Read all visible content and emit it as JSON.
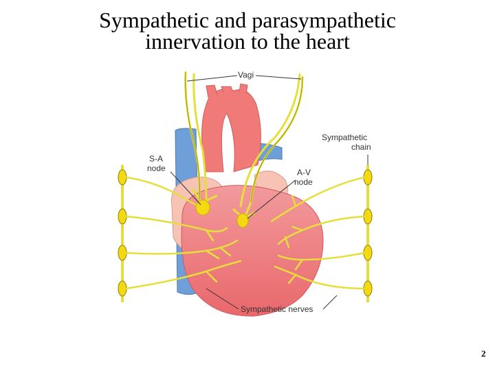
{
  "slide": {
    "title_line1": "Sympathetic and parasympathetic",
    "title_line2": "innervation to the  heart",
    "page_number": "2"
  },
  "diagram": {
    "labels": {
      "vagi": "Vagi",
      "sympathetic_chain_line1": "Sympathetic",
      "sympathetic_chain_line2": "chain",
      "sa_node_line1": "S-A",
      "sa_node_line2": "node",
      "av_node_line1": "A-V",
      "av_node_line2": "node",
      "sympathetic_nerves": "Sympathetic nerves"
    },
    "colors": {
      "nerve": "#e6de3a",
      "nerve_outline": "#5a5a00",
      "heart_main": "#ee7d80",
      "atrium": "#f6c3b4",
      "aorta": "#f07a78",
      "vein": "#6f9fd8",
      "node": "#f4d812"
    }
  }
}
